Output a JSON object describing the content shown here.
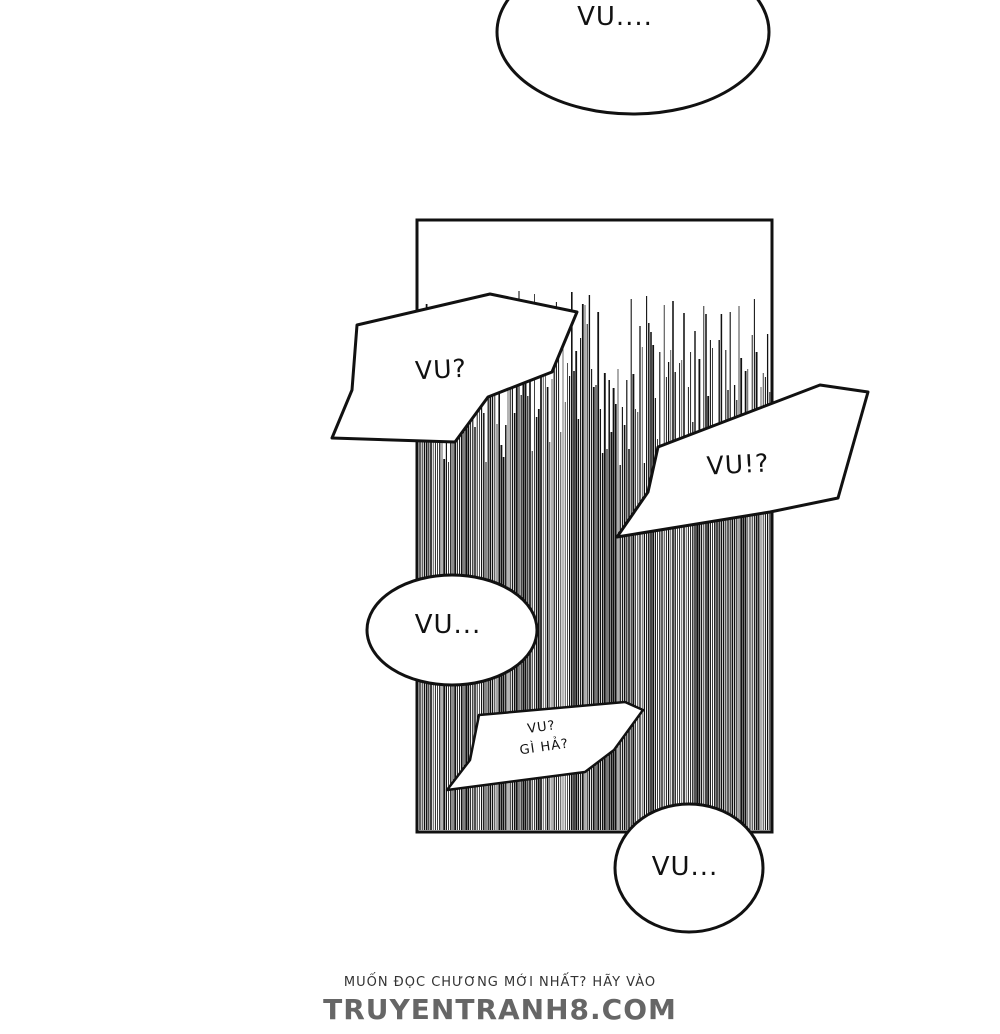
{
  "bubbles": [
    {
      "text": "VU...."
    },
    {
      "text": "VU?"
    },
    {
      "text": "VU!?"
    },
    {
      "text": "VU..."
    },
    {
      "line1": "VU?",
      "line2": "GÌ HẢ?"
    },
    {
      "text": "VU..."
    }
  ],
  "watermark": {
    "line1": "MUỐN ĐỌC CHƯƠNG MỚI NHẤT? HÃY VÀO",
    "line2": "TRUYENTRANH8.COM"
  },
  "colors": {
    "ink": "#111111",
    "paper": "#ffffff",
    "watermark": "#666666"
  }
}
